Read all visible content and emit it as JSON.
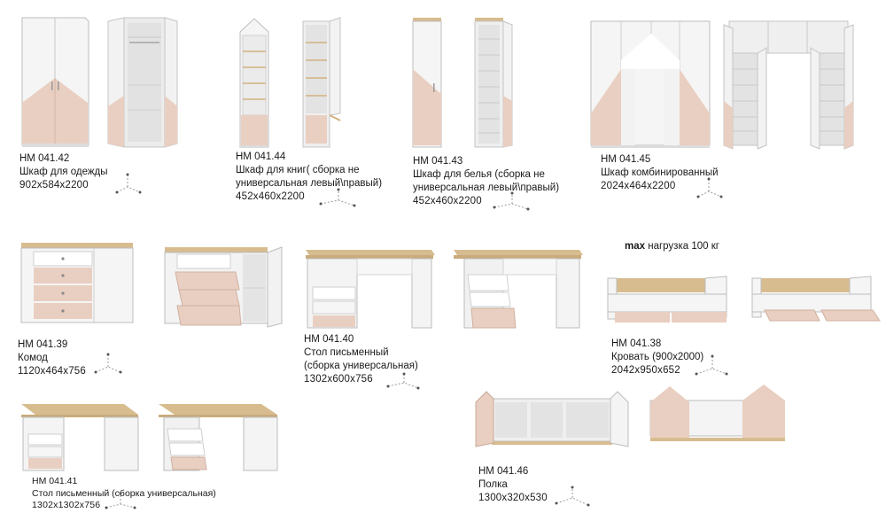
{
  "colors": {
    "white_panel": "#f4f4f4",
    "edge": "#b9b9b9",
    "pink": "#e9cfc1",
    "oak": "#d7bc8f",
    "interior": "#e6e6e6"
  },
  "products": [
    {
      "code": "НМ 041.42",
      "lines": [
        "Шкаф для одежды"
      ],
      "size": "902x584x2200"
    },
    {
      "code": "НМ 041.44",
      "lines": [
        "Шкаф для книг( сборка не",
        "универсальная левый\\правый)"
      ],
      "size": "452x460x2200"
    },
    {
      "code": "НМ 041.43",
      "lines": [
        "Шкаф для белья (сборка не",
        "универсальная левый\\правый)"
      ],
      "size": "452x460x2200"
    },
    {
      "code": "НМ 041.45",
      "lines": [
        "Шкаф комбинированный"
      ],
      "size": "2024x464x2200"
    },
    {
      "code": "НМ 041.39",
      "lines": [
        "Комод"
      ],
      "size": "1120x464x756"
    },
    {
      "code": "НМ 041.40",
      "lines": [
        "Стол письменный",
        "(сборка универсальная)"
      ],
      "size": "1302x600x756"
    },
    {
      "code": "НМ 041.38",
      "lines": [
        "Кровать (900х2000)"
      ],
      "size": "2042x950x652"
    },
    {
      "code": "НМ 041.41",
      "lines": [
        "Стол письменный (сборка универсальная)"
      ],
      "size": "1302x1302x756"
    },
    {
      "code": "НМ 041.46",
      "lines": [
        "Полка"
      ],
      "size": "1300x320x530"
    }
  ],
  "bed_note": {
    "prefix": "max",
    "text": " нагрузка 100 кг"
  }
}
